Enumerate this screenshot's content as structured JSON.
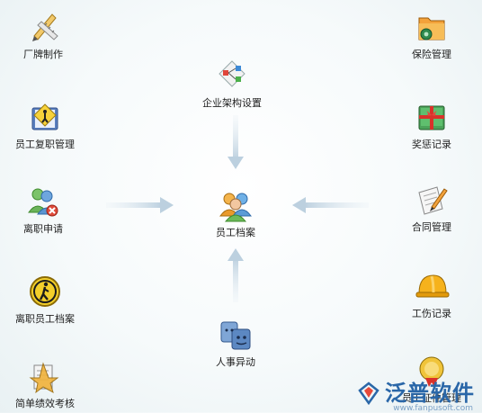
{
  "nodes": {
    "factory_tag": "厂牌制作",
    "insurance": "保险管理",
    "org_setup": "企业架构设置",
    "rehire": "员工复职管理",
    "rewards": "奖惩记录",
    "resign_apply": "离职申请",
    "employee_archive": "员工档案",
    "contract": "合同管理",
    "resigned_archive": "离职员工档案",
    "injury": "工伤记录",
    "transfer": "人事异动",
    "performance": "简单绩效考核",
    "certificate": "员工证件管理"
  },
  "brand": {
    "name": "泛普软件",
    "site": "www.fanpusoft.com"
  },
  "colors": {
    "arrow": "#c5d6e3",
    "brand": "#2a67a8"
  }
}
